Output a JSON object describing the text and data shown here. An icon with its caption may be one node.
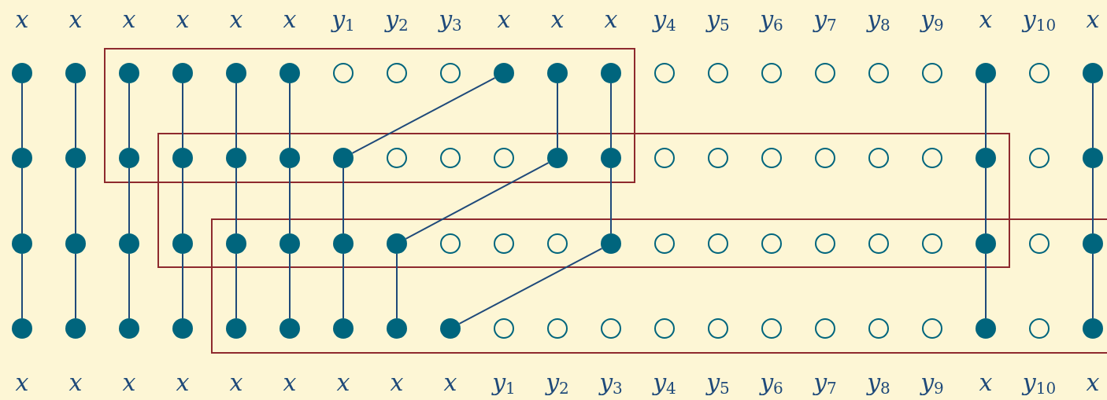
{
  "diagram": {
    "nodes": [
      {
        "text": [],
        "shape": "dot"
      },
      {
        "text": [],
        "shape": "dot"
      },
      {
        "text": [],
        "shape": "dot"
      },
      {
        "text": [],
        "shape": "dot"
      },
      {
        "text": [],
        "shape": "dot"
      },
      {
        "text": [],
        "shape": "dot"
      },
      {
        "text": [],
        "shape": "circle"
      },
      {
        "text": [],
        "shape": "circle"
      },
      {
        "text": [],
        "shape": "circle"
      },
      {
        "text": [],
        "shape": "dot"
      },
      {
        "text": [],
        "shape": "dot"
      },
      {
        "text": [],
        "shape": "dot"
      },
      {
        "text": [],
        "shape": "circle"
      },
      {
        "text": [],
        "shape": "circle"
      },
      {
        "text": [],
        "shape": "circle"
      },
      {
        "text": [],
        "shape": "circle"
      },
      {
        "text": [],
        "shape": "circle"
      },
      {
        "text": [],
        "shape": "circle"
      },
      {
        "text": [],
        "shape": "dot"
      },
      {
        "text": [],
        "shape": "circle"
      },
      {
        "text": [],
        "shape": "dot"
      },
      {
        "text": [],
        "shape": "dot"
      },
      {
        "text": [],
        "shape": "dot"
      },
      {
        "text": [],
        "shape": "dot"
      },
      {
        "text": [],
        "shape": "dot"
      },
      {
        "text": [],
        "shape": "dot"
      },
      {
        "text": [],
        "shape": "dot"
      },
      {
        "text": [],
        "shape": "dot"
      },
      {
        "text": [],
        "shape": "circle"
      },
      {
        "text": [],
        "shape": "circle"
      },
      {
        "text": [],
        "shape": "circle"
      },
      {
        "text": [],
        "shape": "dot"
      },
      {
        "text": [],
        "shape": "dot"
      },
      {
        "text": [],
        "shape": "circle"
      },
      {
        "text": [],
        "shape": "circle"
      },
      {
        "text": [],
        "shape": "circle"
      },
      {
        "text": [],
        "shape": "circle"
      },
      {
        "text": [],
        "shape": "circle"
      },
      {
        "text": [],
        "shape": "circle"
      },
      {
        "text": [],
        "shape": "dot"
      },
      {
        "text": [],
        "shape": "circle"
      },
      {
        "text": [],
        "shape": "dot"
      },
      {
        "text": [],
        "shape": "dot"
      },
      {
        "text": [],
        "shape": "dot"
      },
      {
        "text": [],
        "shape": "dot"
      },
      {
        "text": [],
        "shape": "dot"
      },
      {
        "text": [],
        "shape": "dot"
      },
      {
        "text": [],
        "shape": "dot"
      },
      {
        "text": [],
        "shape": "dot"
      },
      {
        "text": [],
        "shape": "dot"
      },
      {
        "text": [],
        "shape": "circle"
      },
      {
        "text": [],
        "shape": "circle"
      },
      {
        "text": [],
        "shape": "circle"
      },
      {
        "text": [],
        "shape": "dot"
      },
      {
        "text": [],
        "shape": "circle"
      },
      {
        "text": [],
        "shape": "circle"
      },
      {
        "text": [],
        "shape": "circle"
      },
      {
        "text": [],
        "shape": "circle"
      },
      {
        "text": [],
        "shape": "circle"
      },
      {
        "text": [],
        "shape": "circle"
      },
      {
        "text": [],
        "shape": "dot"
      },
      {
        "text": [],
        "shape": "circle"
      },
      {
        "text": [],
        "shape": "dot"
      },
      {
        "text": [],
        "shape": "dot"
      },
      {
        "text": [],
        "shape": "dot"
      },
      {
        "text": [],
        "shape": "dot"
      },
      {
        "text": [],
        "shape": "dot"
      },
      {
        "text": [],
        "shape": "dot"
      },
      {
        "text": [],
        "shape": "dot"
      },
      {
        "text": [],
        "shape": "dot"
      },
      {
        "text": [],
        "shape": "dot"
      },
      {
        "text": [],
        "shape": "dot"
      },
      {
        "text": [],
        "shape": "circle"
      },
      {
        "text": [],
        "shape": "circle"
      },
      {
        "text": [],
        "shape": "circle"
      },
      {
        "text": [],
        "shape": "circle"
      },
      {
        "text": [],
        "shape": "circle"
      },
      {
        "text": [],
        "shape": "circle"
      },
      {
        "text": [],
        "shape": "circle"
      },
      {
        "text": [],
        "shape": "circle"
      },
      {
        "text": [],
        "shape": "circle"
      },
      {
        "text": [],
        "shape": "dot"
      },
      {
        "text": [],
        "shape": "circle"
      },
      {
        "text": [],
        "shape": "dot"
      }
    ],
    "edges": [
      {
        "from": 0,
        "to": 21,
        "arrow": "none"
      },
      {
        "from": 1,
        "to": 22,
        "arrow": "none"
      },
      {
        "from": 2,
        "to": 23,
        "arrow": "none"
      },
      {
        "from": 3,
        "to": 24,
        "arrow": "none"
      },
      {
        "from": 4,
        "to": 25,
        "arrow": "none"
      },
      {
        "from": 5,
        "to": 26,
        "arrow": "none"
      },
      {
        "from": 9,
        "to": 27,
        "arrow": "none"
      },
      {
        "from": 10,
        "to": 31,
        "arrow": "none"
      },
      {
        "from": 11,
        "to": 32,
        "arrow": "none"
      },
      {
        "from": 18,
        "to": 39,
        "arrow": "none"
      },
      {
        "from": 20,
        "to": 41,
        "arrow": "none"
      },
      {
        "from": 21,
        "to": 42,
        "arrow": "none"
      },
      {
        "from": 22,
        "to": 43,
        "arrow": "none"
      },
      {
        "from": 23,
        "to": 44,
        "arrow": "none"
      },
      {
        "from": 24,
        "to": 45,
        "arrow": "none"
      },
      {
        "from": 25,
        "to": 46,
        "arrow": "none"
      },
      {
        "from": 26,
        "to": 47,
        "arrow": "none"
      },
      {
        "from": 27,
        "to": 48,
        "arrow": "none"
      },
      {
        "from": 31,
        "to": 49,
        "arrow": "none"
      },
      {
        "from": 32,
        "to": 53,
        "arrow": "none"
      },
      {
        "from": 39,
        "to": 60,
        "arrow": "none"
      },
      {
        "from": 41,
        "to": 62,
        "arrow": "none"
      },
      {
        "from": 42,
        "to": 63,
        "arrow": "none"
      },
      {
        "from": 43,
        "to": 64,
        "arrow": "none"
      },
      {
        "from": 44,
        "to": 65,
        "arrow": "none"
      },
      {
        "from": 45,
        "to": 66,
        "arrow": "none"
      },
      {
        "from": 46,
        "to": 67,
        "arrow": "none"
      },
      {
        "from": 47,
        "to": 68,
        "arrow": "none"
      },
      {
        "from": 48,
        "to": 69,
        "arrow": "none"
      },
      {
        "from": 49,
        "to": 70,
        "arrow": "none"
      },
      {
        "from": 53,
        "to": 71,
        "arrow": "none"
      },
      {
        "from": 60,
        "to": 81,
        "arrow": "none"
      },
      {
        "from": 62,
        "to": 83,
        "arrow": "none"
      }
    ],
    "labels": [
      "x",
      "x",
      "x",
      "x",
      "x",
      "x",
      "y$_{1}$",
      "y$_{2}$",
      "y$_{3}$",
      "x",
      "x",
      "x",
      "y$_{4}$",
      "y$_{5}$",
      "y$_{6}$",
      "y$_{7}$",
      "y$_{8}$",
      "y$_{9}$",
      "x",
      "y$_{10}$",
      "x",
      "x",
      "x",
      "x",
      "x",
      "x",
      "x",
      "x",
      "x",
      "x",
      "y$_{1}$",
      "y$_{2}$",
      "y$_{3}$",
      "y$_{4}$",
      "y$_{5}$",
      "y$_{6}$",
      "y$_{7}$",
      "y$_{8}$",
      "y$_{9}$",
      "x",
      "y$_{10}$",
      "x"
    ]
  }
}
